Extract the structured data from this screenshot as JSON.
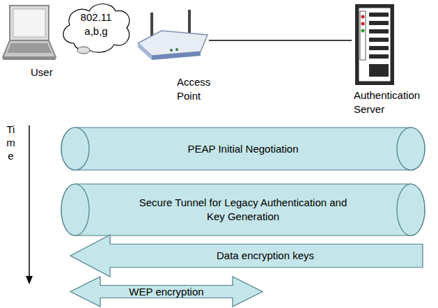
{
  "diagram": {
    "nodes": [
      {
        "text": [
          "User"
        ]
      },
      {
        "text": [
          "802.11 a,b,g"
        ]
      },
      {
        "text": [
          "Access Point"
        ]
      },
      {
        "text": [
          "Authentication Server"
        ]
      },
      {
        "text": [
          "PEAP Initial Negotiation"
        ]
      },
      {
        "text": [
          "Secure Tunnel for Legacy Authentication and Key Generation"
        ]
      },
      {
        "text": [
          "Data encryption keys"
        ]
      },
      {
        "text": [
          "WEP encryption"
        ]
      }
    ],
    "edges": [
      {
        "from": 2,
        "to": 3,
        "arrow": "none"
      }
    ],
    "labels": [
      "Time"
    ]
  }
}
